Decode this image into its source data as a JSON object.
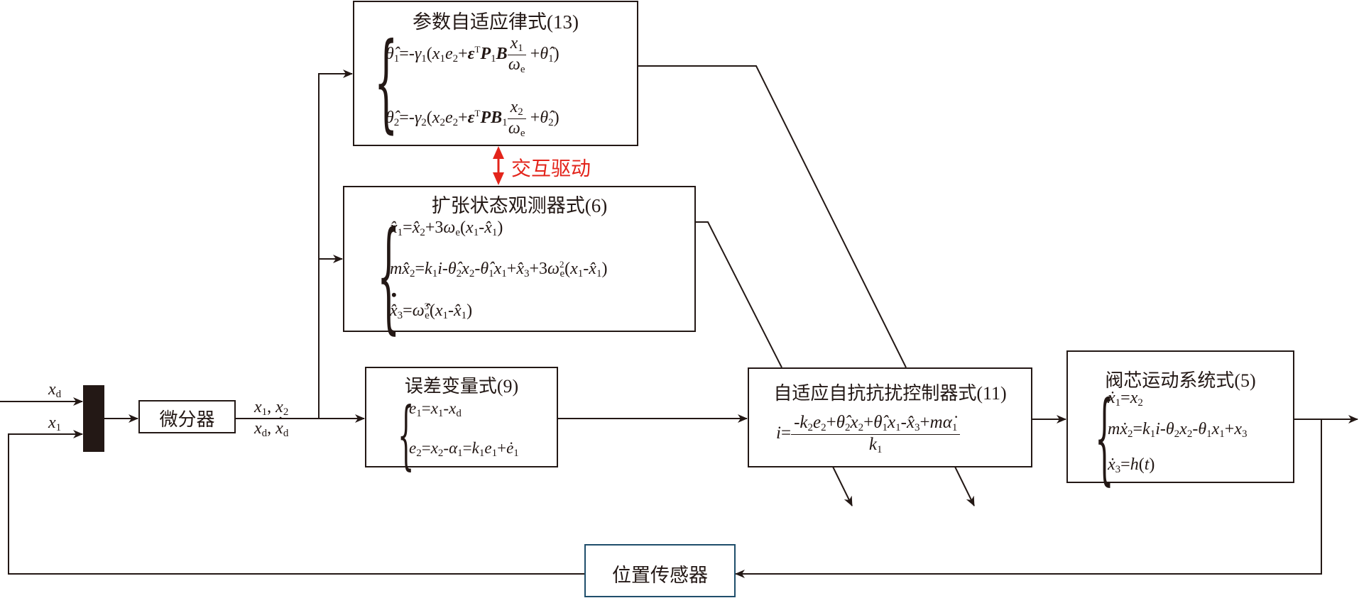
{
  "blocks": {
    "param_law": {
      "title": "参数自适应律式(13)",
      "eq1": "θ̂₁=-γ₁(x₁e₂+εᵀP₁B·x₁/ωₑ +θ̂₁)",
      "eq2": "θ̂₂=-γ₂(x₂e₂+εᵀPB₁·x₂/ωₑ +θ̂₂)"
    },
    "interaction": {
      "label": "交互驱动",
      "color": "#e3241b"
    },
    "observer": {
      "title": "扩张状态观测器式(6)",
      "eq1": "x̂₁=x̂₂+3ωₑ(x₁-x̂₁)",
      "eq2": "mx̂₂=k₁i-θ̂₂x₂-θ̂₁x₁+x̂₃+3ω²ₑ(x₁-x̂₁)",
      "eq3": "x̂̇₃=ω̂³ₑ(x₁-x̂₁)"
    },
    "differentiator": {
      "title": "微分器"
    },
    "error": {
      "title": "误差变量式(9)",
      "eq1": "e₁=x₁-x_d",
      "eq2": "e₂=x₂-α₁=k₁e₁+ė₁"
    },
    "controller": {
      "title": "自适应自抗抗扰控制器式(11)",
      "eq": "i=(-k₂e₂+θ̂₂x₂+θ̂₁x₁-x̂₃+mα̇₁)/k₁"
    },
    "valve": {
      "title": "阀芯运动系统式(5)",
      "eq1": "ẋ₁=x₂",
      "eq2": "mẋ₂=k₁i-θ₂x₂-θ₁x₁+x₃",
      "eq3": "ẋ₃=h(t)"
    },
    "sensor": {
      "title": "位置传感器",
      "border_color": "#1f4e6b"
    }
  },
  "signals": {
    "input_xd": "x_d",
    "input_x1": "x₁",
    "diff_out_top": "x₁, x₂",
    "diff_out_bottom": "x_d, ẋ_d"
  },
  "text": {
    "t_param_eq1_pre": "θ̂",
    "sensor": "位置传感器"
  }
}
